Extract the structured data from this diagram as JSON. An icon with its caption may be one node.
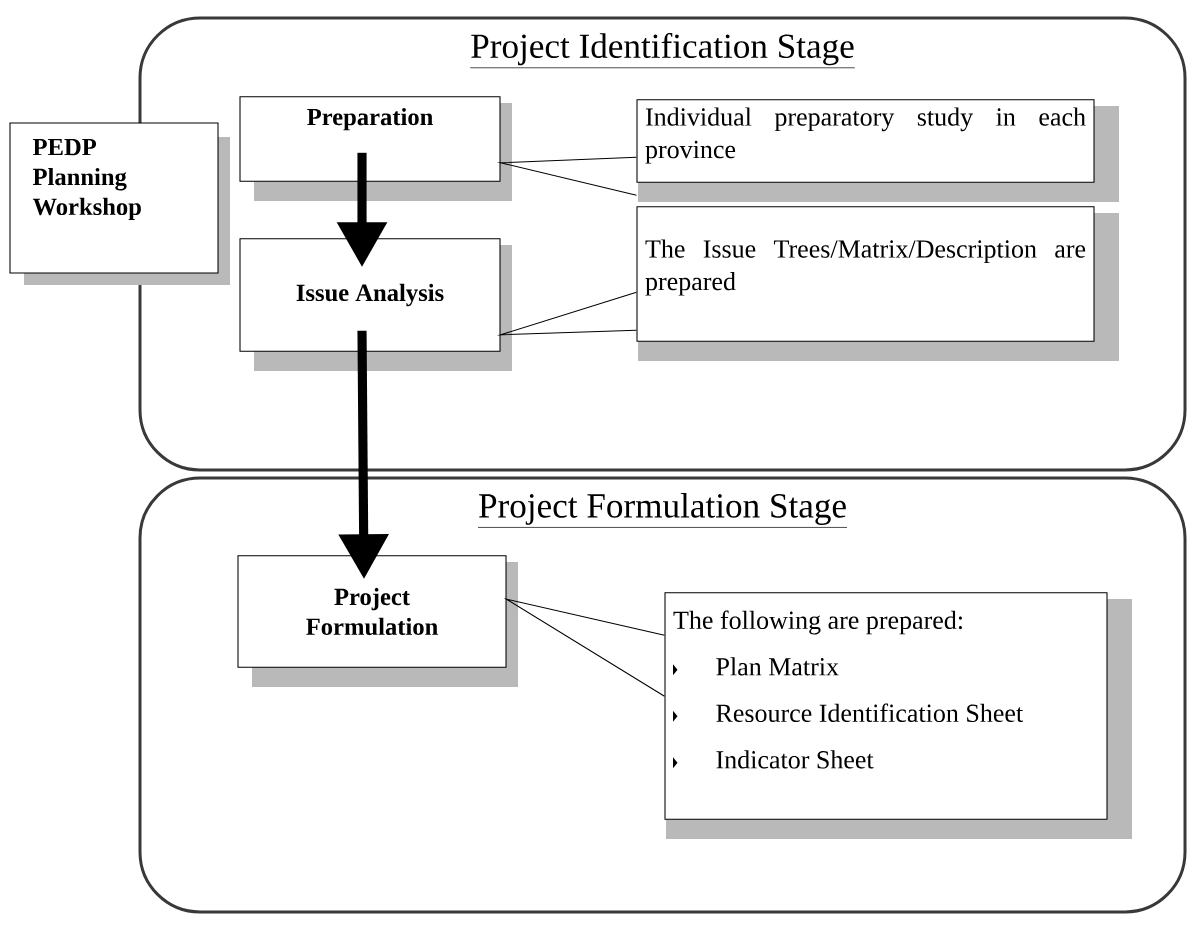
{
  "diagram": {
    "nodes": [
      {
        "text": [
          "Project Identification Stage"
        ]
      },
      {
        "text": [
          "PEDP Planning Workshop"
        ]
      },
      {
        "text": [
          "Preparation"
        ],
        "in": 0
      },
      {
        "text": [
          "Issue Analysis"
        ],
        "in": 0
      },
      {
        "text": [
          "Individual preparatory study in each province"
        ],
        "in": 0
      },
      {
        "text": [
          "The Issue Trees/Matrix/Description are prepared"
        ],
        "in": 0
      },
      {
        "text": [
          "Project Formulation Stage"
        ]
      },
      {
        "text": [
          "Project Formulation"
        ],
        "in": 6
      },
      {
        "text": [
          "The following are prepared:",
          "Plan Matrix",
          "Resource Identification Sheet",
          "Indicator Sheet"
        ],
        "in": 6
      }
    ],
    "edges": [
      {
        "from": 2,
        "to": 3,
        "arrow": "to",
        "style": "thick"
      },
      {
        "from": 3,
        "to": 7,
        "arrow": "to",
        "style": "thick"
      },
      {
        "from": 4,
        "to": 2,
        "arrow": "none"
      },
      {
        "from": 5,
        "to": 3,
        "arrow": "none"
      },
      {
        "from": 8,
        "to": 7,
        "arrow": "none"
      }
    ]
  }
}
